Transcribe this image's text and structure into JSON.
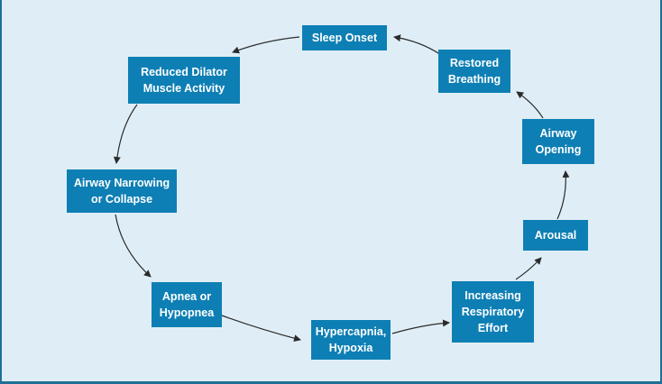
{
  "diagram": {
    "nodes": {
      "sleep_onset": "Sleep Onset",
      "reduced_dilator": "Reduced Dilator\nMuscle Activity",
      "airway_narrowing": "Airway Narrowing\nor Collapse",
      "apnea": "Apnea or\nHypopnea",
      "hypercapnia": "Hypercapnia,\nHypoxia",
      "increasing_effort": "Increasing\nRespiratory\nEffort",
      "arousal": "Arousal",
      "airway_opening": "Airway\nOpening",
      "restored_breathing": "Restored\nBreathing"
    },
    "edges": [
      [
        "sleep_onset",
        "reduced_dilator"
      ],
      [
        "reduced_dilator",
        "airway_narrowing"
      ],
      [
        "airway_narrowing",
        "apnea"
      ],
      [
        "apnea",
        "hypercapnia"
      ],
      [
        "hypercapnia",
        "increasing_effort"
      ],
      [
        "increasing_effort",
        "arousal"
      ],
      [
        "arousal",
        "airway_opening"
      ],
      [
        "airway_opening",
        "restored_breathing"
      ],
      [
        "restored_breathing",
        "sleep_onset"
      ]
    ],
    "colors": {
      "box": "#0e7fb4",
      "background": "#dfeef6",
      "arrow": "#2b2b2b",
      "border": "#1f6f96"
    }
  }
}
